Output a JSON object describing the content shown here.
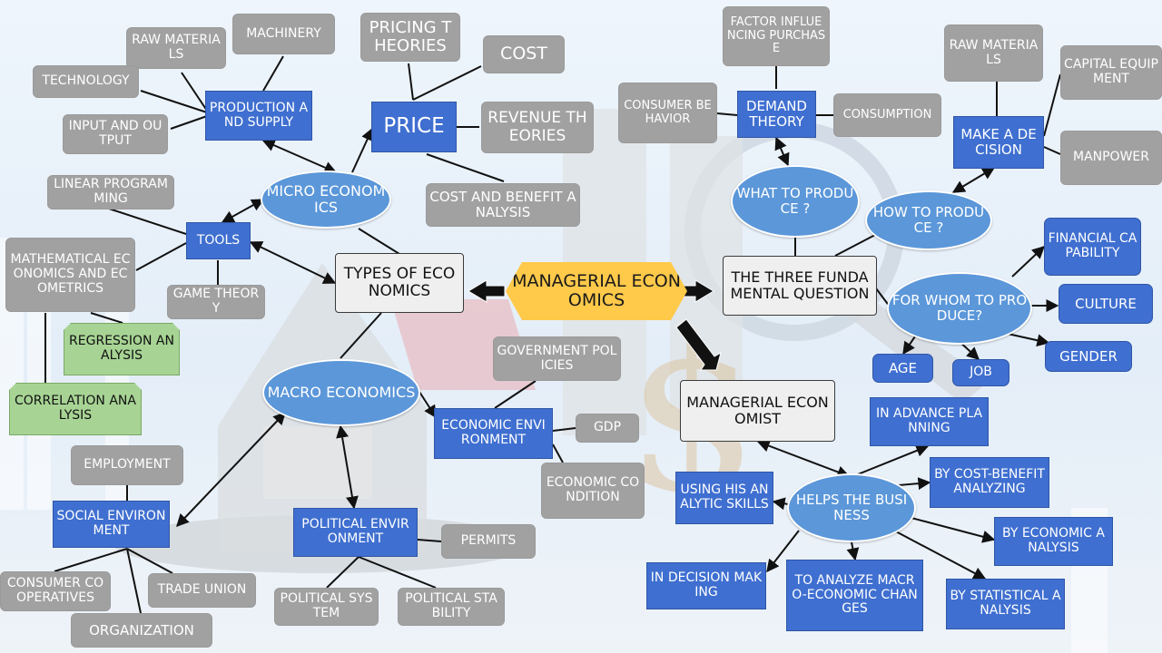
{
  "nodes": {
    "managerial_economics": "MANAGERIAL ECONOMICS",
    "types_of_economics": "TYPES OF ECONOMICS",
    "three_fundamental_question": "THE THREE FUNDAMENTAL QUESTION",
    "managerial_economist": "MANAGERIAL ECONOMIST",
    "micro_economics": "MICRO ECONOMICS",
    "macro_economics": "MACRO ECONOMICS",
    "price": "PRICE",
    "pricing_theories": "PRICING THEORIES",
    "cost": "COST",
    "revenue_theories": "REVENUE THEORIES",
    "cost_benefit_analysis": "COST AND BENEFIT ANALYSIS",
    "production_supply": "PRODUCTION AND SUPPLY",
    "raw_materials_left": "RAW MATERIALS",
    "machinery": "MACHINERY",
    "technology": "TECHNOLOGY",
    "input_output": "INPUT AND OUTPUT",
    "tools": "TOOLS",
    "linear_programming": "LINEAR PROGRAMMING",
    "mathematical_economics": "MATHEMATICAL ECONOMICS AND ECOMETRICS",
    "game_theory": "GAME THEORY",
    "regression_analysis": "REGRESSION ANALYSIS",
    "correlation_analysis": "CORRELATION ANALYSIS",
    "demand_theory": "DEMAND THEORY",
    "factor_purchase": "FACTOR INFLUENCING PURCHASE",
    "consumer_behavior": "CONSUMER BEHAVIOR",
    "consumption": "CONSUMPTION",
    "what_to_produce": "WHAT TO PRODUCE ?",
    "how_to_produce": "HOW TO PRODUCE ?",
    "for_whom": "FOR WHOM TO PRODUCE?",
    "make_decision": "MAKE A DECISION",
    "raw_materials_right": "RAW MATERIALS",
    "capital_equipment": "CAPITAL EQUIPMENT",
    "manpower": "MANPOWER",
    "financial_capability": "FINANCIAL CAPABILITY",
    "culture": "CULTURE",
    "gender": "GENDER",
    "age": "AGE",
    "job": "JOB",
    "government_policies": "GOVERNMENT POLICIES",
    "economic_environment": "ECONOMIC ENVIRONMENT",
    "gdp": "GDP",
    "economic_condition": "ECONOMIC CONDITION",
    "political_environment": "POLITICAL ENVIRONMENT",
    "permits": "PERMITS",
    "political_system": "POLITICAL SYSTEM",
    "political_stability": "POLITICAL STABILITY",
    "social_environment": "SOCIAL ENVIRONMENT",
    "employment": "EMPLOYMENT",
    "consumer_cooperatives": "CONSUMER COOPERATIVES",
    "trade_union": "TRADE UNION",
    "organization": "ORGANIZATION",
    "helps_business": "HELPS THE BUSINESS",
    "in_advance_planning": "IN ADVANCE PLANNING",
    "by_cost_benefit": "BY COST-BENEFIT ANALYZING",
    "by_economic_analysis": "BY ECONOMIC ANALYSIS",
    "by_statistical_analysis": "BY STATISTICAL ANALYSIS",
    "macro_changes": "TO ANALYZE MACRO-ECONOMIC CHANGES",
    "in_decision_making": "IN DECISION MAKING",
    "analytic_skills": "USING HIS ANALYTIC SKILLS"
  },
  "colors": {
    "gray_box": "#a1a1a1",
    "blue_box": "#3f6fd0",
    "ellipse": "#5b97d9",
    "center_hexagon": "#ffc94a",
    "green_box": "#a7d494",
    "connector": "#111111"
  }
}
